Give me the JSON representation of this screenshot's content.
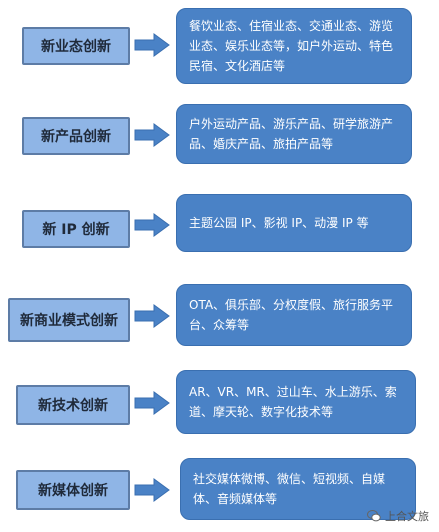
{
  "rows": [
    {
      "label": "新业态创新",
      "text": "餐饮业态、住宿业态、交通业态、游览业态、娱乐业态等，如户外运动、特色民宿、文化酒店等"
    },
    {
      "label": "新产品创新",
      "text": "户外运动产品、游乐产品、研学旅游产品、婚庆产品、旅拍产品等"
    },
    {
      "label": "新 IP 创新",
      "text": "主题公园 IP、影视 IP、动漫 IP 等"
    },
    {
      "label": "新商业模式创新",
      "text": "OTA、俱乐部、分权度假、旅行服务平台、众筹等"
    },
    {
      "label": "新技术创新",
      "text": "AR、VR、MR、过山车、水上游乐、索道、摩天轮、数字化技术等"
    },
    {
      "label": "新媒体创新",
      "text": "社交媒体微博、微信、短视频、自媒体、音频媒体等"
    }
  ],
  "watermark": {
    "text": "上合文旅",
    "icon": "wechat-icon"
  },
  "colors": {
    "label_fill": "#8fb5e6",
    "box_fill": "#4a82c6",
    "arrow_fill": "#4a82c6"
  }
}
